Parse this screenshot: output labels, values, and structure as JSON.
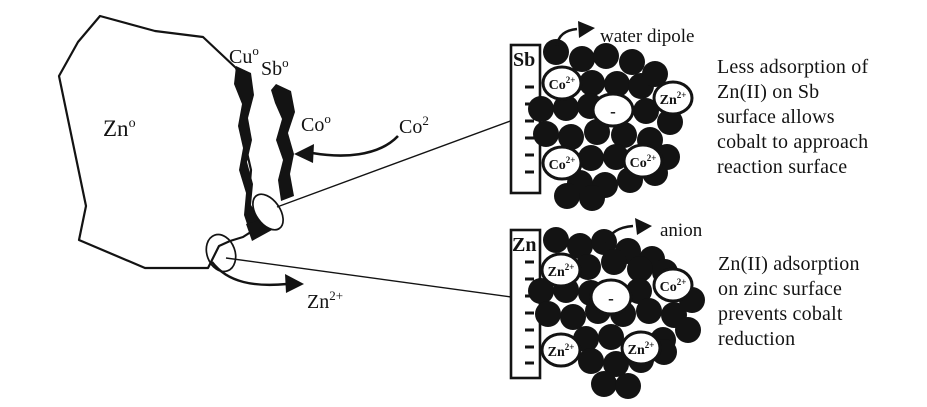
{
  "colors": {
    "ink": "#131313",
    "paper": "#ffffff"
  },
  "particle": {
    "zinc": {
      "base": "Zn",
      "sup": "o"
    },
    "copper": {
      "base": "Cu",
      "sup": "o"
    },
    "antimony": {
      "base": "Sb",
      "sup": "o"
    },
    "cobalt": {
      "base": "Co",
      "sup": "o"
    },
    "cobalt_ion": {
      "base": "Co",
      "sup": "2"
    },
    "zinc_ion": {
      "base": "Zn",
      "sup": "2+"
    }
  },
  "sb_panel": {
    "electrode": "Sb",
    "arrow_label": "water dipole",
    "center_charge": "-",
    "ions": [
      {
        "base": "Co",
        "sup": "2+"
      },
      {
        "base": "Zn",
        "sup": "2+"
      },
      {
        "base": "Co",
        "sup": "2+"
      },
      {
        "base": "Co",
        "sup": "2+"
      }
    ],
    "caption": "Less adsorption of\nZn(II) on Sb\nsurface allows\ncobalt to approach\nreaction surface"
  },
  "zn_panel": {
    "electrode": "Zn",
    "arrow_label": "anion",
    "center_charge": "-",
    "ions": [
      {
        "base": "Zn",
        "sup": "2+"
      },
      {
        "base": "Co",
        "sup": "2+"
      },
      {
        "base": "Zn",
        "sup": "2+"
      },
      {
        "base": "Zn",
        "sup": "2+"
      }
    ],
    "caption": "Zn(II) adsorption\non zinc surface\nprevents cobalt\nreduction"
  }
}
